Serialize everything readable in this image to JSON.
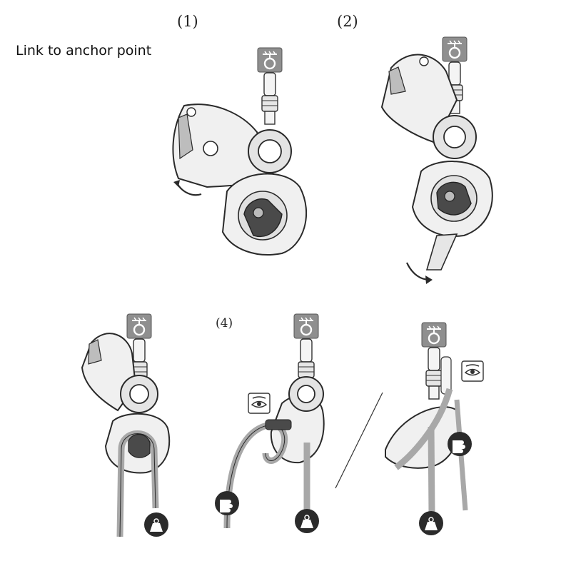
{
  "title": "Link to anchor point",
  "steps": [
    "(1)",
    "(2)",
    "(4)"
  ],
  "colors": {
    "outline": "#2a2a2a",
    "device_fill": "#f0f0f0",
    "shade": "#bdbdbd",
    "anchor_box": "#8f8f8f",
    "rope": "#a8a8a8",
    "cam": "#4a4a4a"
  },
  "icons": [
    "anchor-point-icon",
    "eye-check-icon",
    "hand-grip-icon",
    "weight-load-icon",
    "rotate-arrow-icon"
  ]
}
